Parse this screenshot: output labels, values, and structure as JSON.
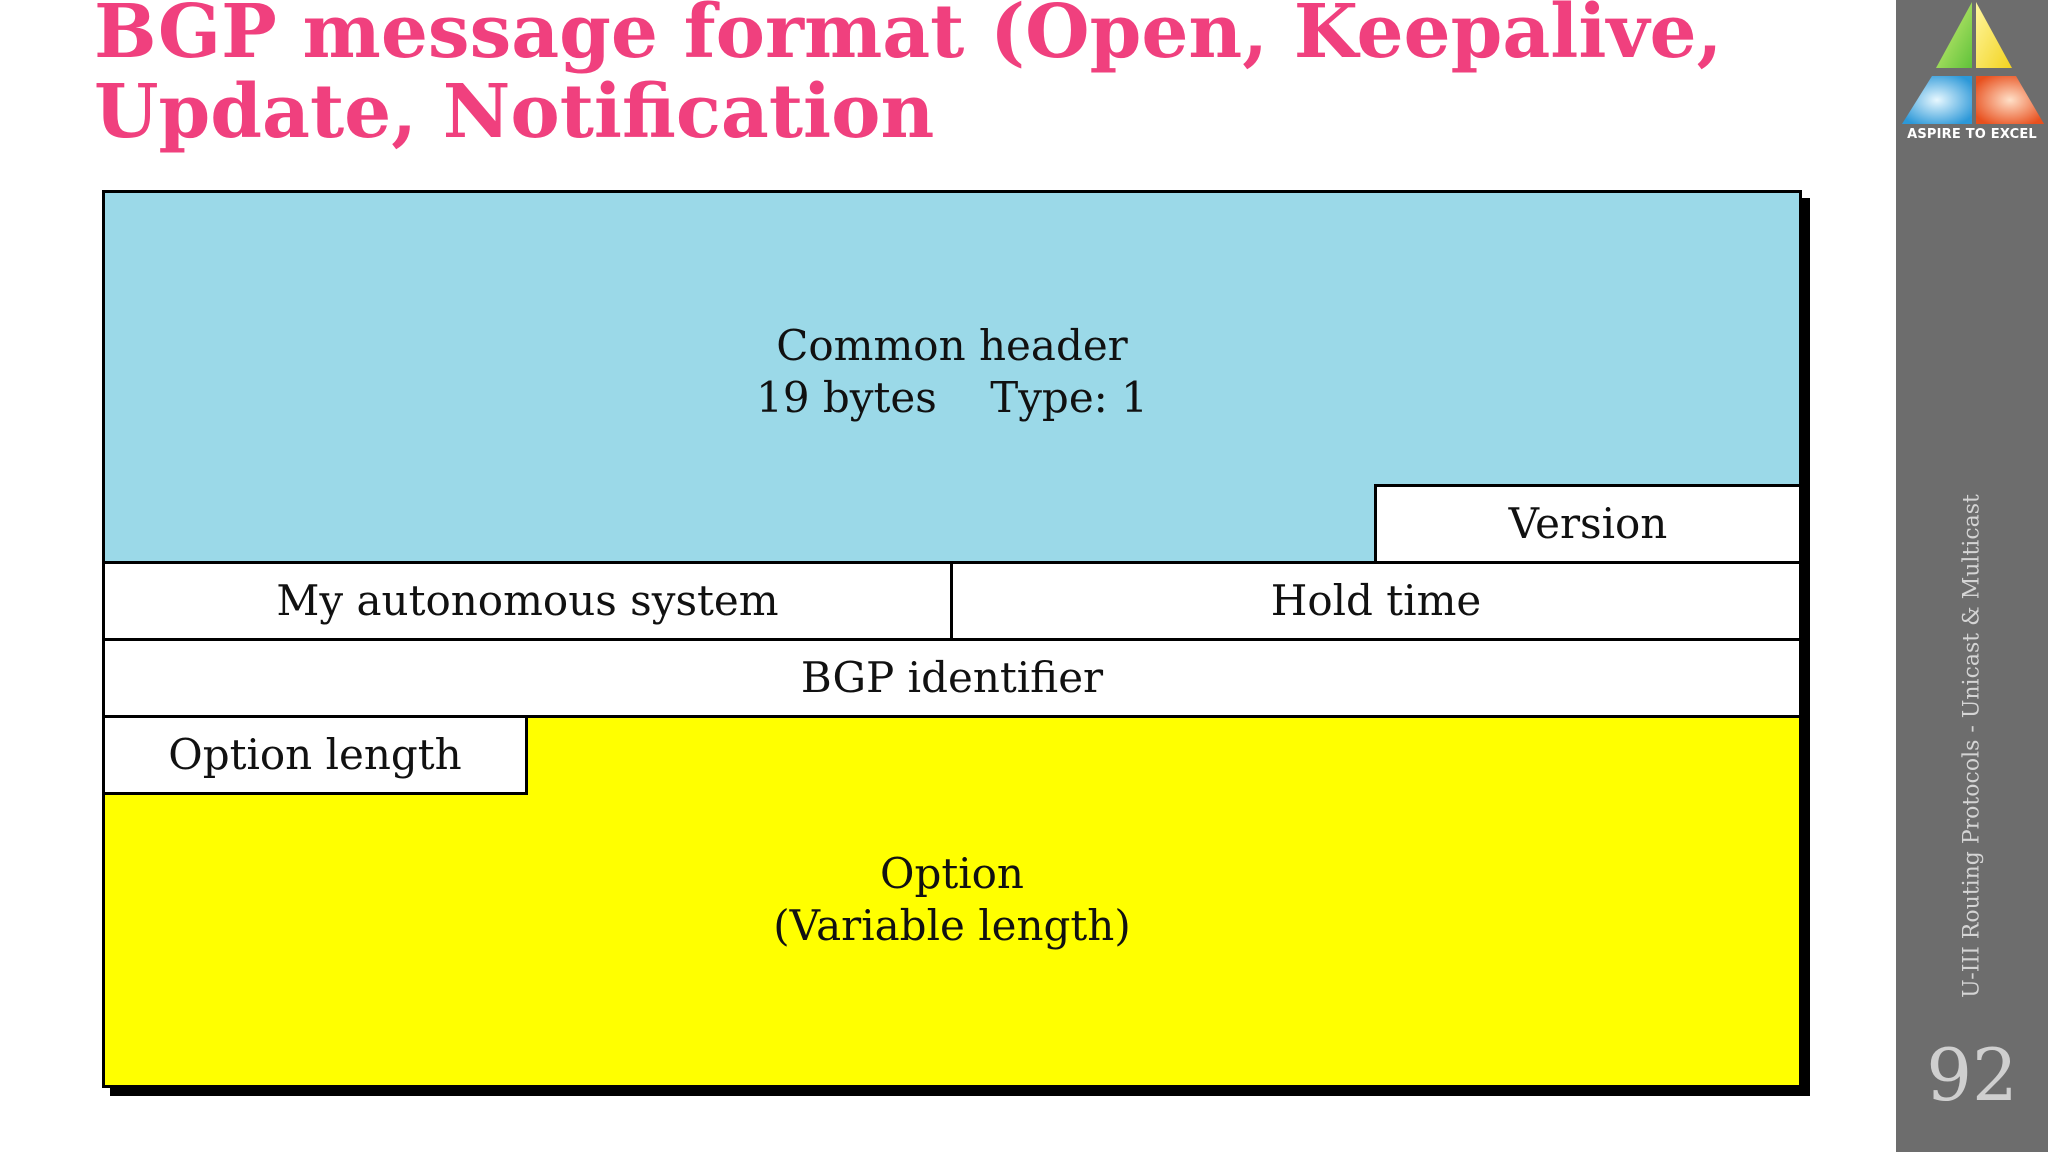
{
  "slide": {
    "title_line1": "BGP message format (Open, Keepalive,",
    "title_line2": "Update, Notification"
  },
  "diagram": {
    "common_header_line1": "Common header",
    "common_header_line2": "19 bytes    Type: 1",
    "version": "Version",
    "my_autonomous_system": "My autonomous system",
    "hold_time": "Hold time",
    "bgp_identifier": "BGP identifier",
    "option_length": "Option length",
    "option_line1": "Option",
    "option_line2": "(Variable length)",
    "colors": {
      "header_fill": "#9bd9e8",
      "option_fill": "#ffff00",
      "field_fill": "#ffffff"
    }
  },
  "sidebar": {
    "logo_text": "ASPIRE TO EXCEL",
    "caption": "U-III Routing Protocols - Unicast & Multicast",
    "page_number": "92",
    "logo_icon": "pyramid-logo-icon"
  },
  "theme": {
    "title_color": "#f0407e",
    "sidebar_color": "#6d6d6d"
  }
}
